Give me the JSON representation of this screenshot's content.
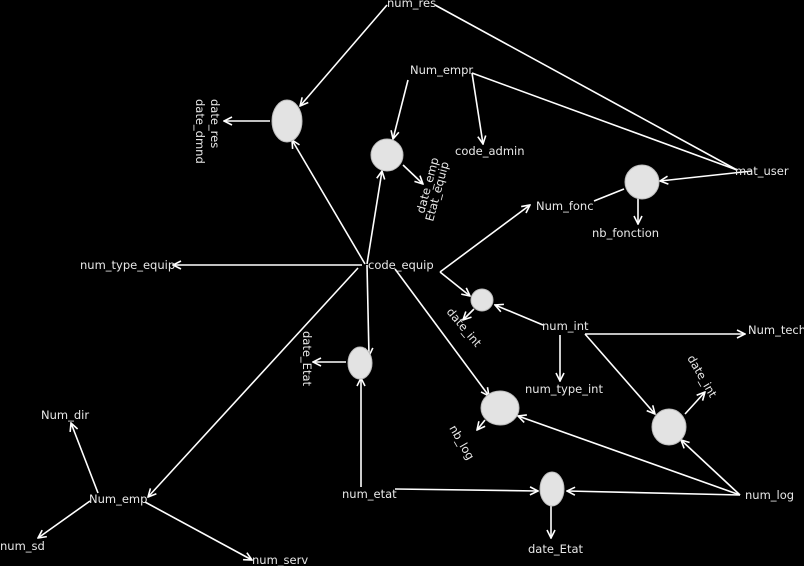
{
  "diagram": {
    "labels": {
      "num_res": "num_res",
      "num_empr": "Num_empr",
      "date_res": "date_res",
      "date_dmnd": "date_dmnd",
      "code_admin": "code_admin",
      "date_emp": "date_emp",
      "etat_equip": "Etat_equip",
      "mat_user": "mat_user",
      "num_fonc": "Num_fonc",
      "nb_fonction": "nb_fonction",
      "num_type_equip": "num_type_equip",
      "code_equip": "code_equip",
      "date_int_1": "date_int",
      "num_int": "num_int",
      "num_tech": "Num_tech",
      "date_etat_1": "date_Etat",
      "num_type_int": "num_type_int",
      "date_int_2": "date_int",
      "num_dir": "Num_dir",
      "nb_log": "nb_log",
      "num_emp": "Num_emp",
      "num_etat": "num_etat",
      "num_log": "num_log",
      "num_sd": "num_sd",
      "date_etat_2": "date_Etat",
      "num_serv": "num_serv"
    }
  }
}
